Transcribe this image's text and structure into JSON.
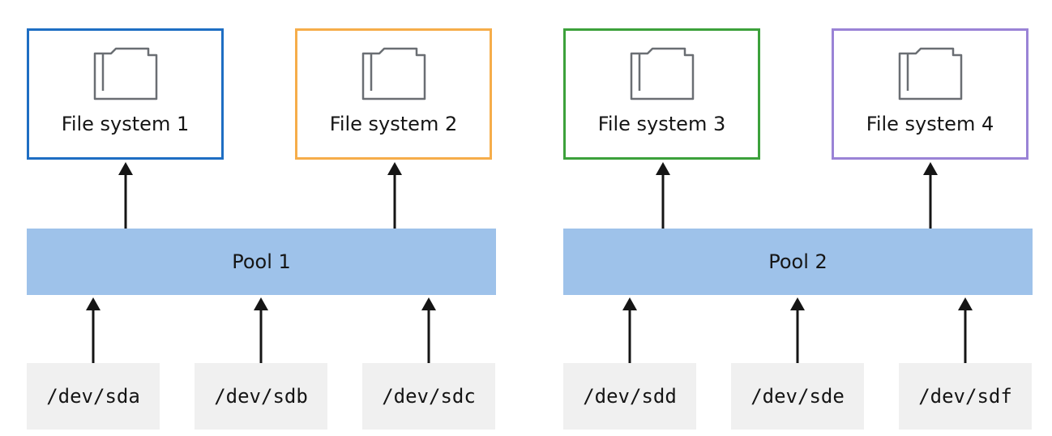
{
  "colors": {
    "fs1_border": "#1e6ec3",
    "fs2_border": "#f6ad4a",
    "fs3_border": "#3ca13b",
    "fs4_border": "#9a83d6",
    "pool_fill": "#9ec2ea",
    "disk_fill": "#f0f0f0",
    "arrow": "#151515"
  },
  "icons": {
    "file_system": "folder-icon"
  },
  "file_systems": [
    {
      "label": "File system 1"
    },
    {
      "label": "File system 2"
    },
    {
      "label": "File system 3"
    },
    {
      "label": "File system 4"
    }
  ],
  "pools": [
    {
      "label": "Pool 1"
    },
    {
      "label": "Pool 2"
    }
  ],
  "disks": [
    {
      "label": "/dev/sda"
    },
    {
      "label": "/dev/sdb"
    },
    {
      "label": "/dev/sdc"
    },
    {
      "label": "/dev/sdd"
    },
    {
      "label": "/dev/sde"
    },
    {
      "label": "/dev/sdf"
    }
  ]
}
